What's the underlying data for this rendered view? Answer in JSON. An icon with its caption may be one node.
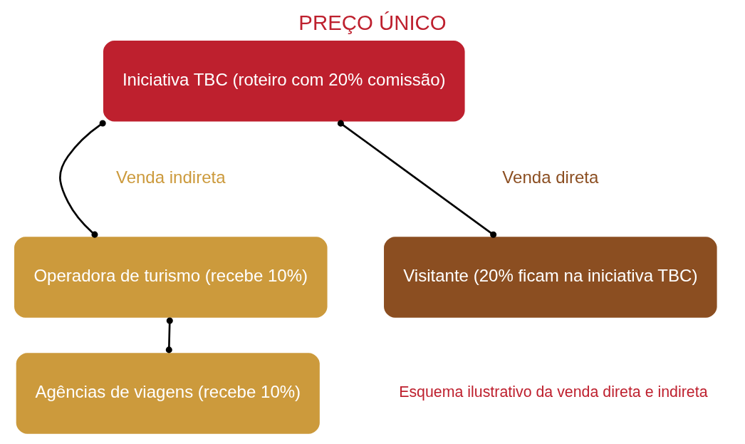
{
  "diagram": {
    "title": "PREÇO ÚNICO",
    "caption": "Esquema ilustrativo da venda direta e indireta",
    "nodes": [
      {
        "text": [
          "Iniciativa TBC (roteiro com 20% comissão)"
        ]
      },
      {
        "text": [
          "Operadora de turismo (recebe 10%)"
        ]
      },
      {
        "text": [
          "Agências de viagens (recebe 10%)"
        ]
      },
      {
        "text": [
          "Visitante (20% ficam na iniciativa TBC)"
        ]
      }
    ],
    "edges": [
      {
        "from": 0,
        "to": 1,
        "arrow": "other"
      },
      {
        "from": 0,
        "to": 3,
        "arrow": "other"
      },
      {
        "from": 1,
        "to": 2,
        "arrow": "other"
      }
    ],
    "labels": [
      "Venda indireta",
      "Venda direta"
    ]
  }
}
